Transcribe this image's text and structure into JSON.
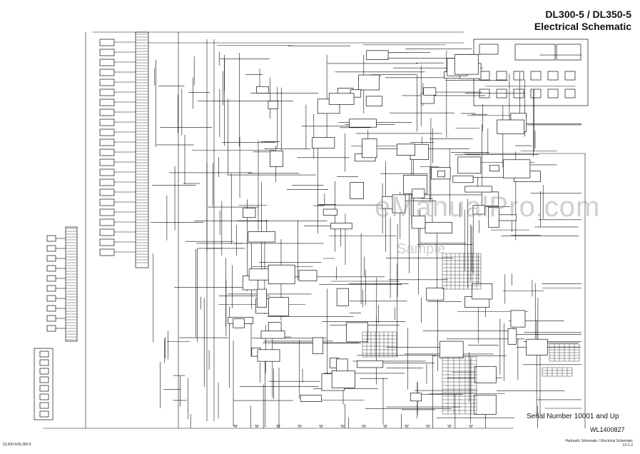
{
  "title": {
    "model": "DL300-5 / DL350-5",
    "subtitle": "Electrical Schematic"
  },
  "serial_text": "Serial Number 10001 and Up",
  "drawing_number": "WL1400827",
  "watermark": {
    "main": "eManualPro.com",
    "sub": "Sample"
  },
  "footer": {
    "left": "DL300-5/DL350-5",
    "right_line1": "Hydraulic Schematic / Electrical Schematic",
    "right_line2": "13-1-2"
  },
  "colors": {
    "line": "#111111",
    "background": "#ffffff",
    "watermark": "#969696"
  }
}
